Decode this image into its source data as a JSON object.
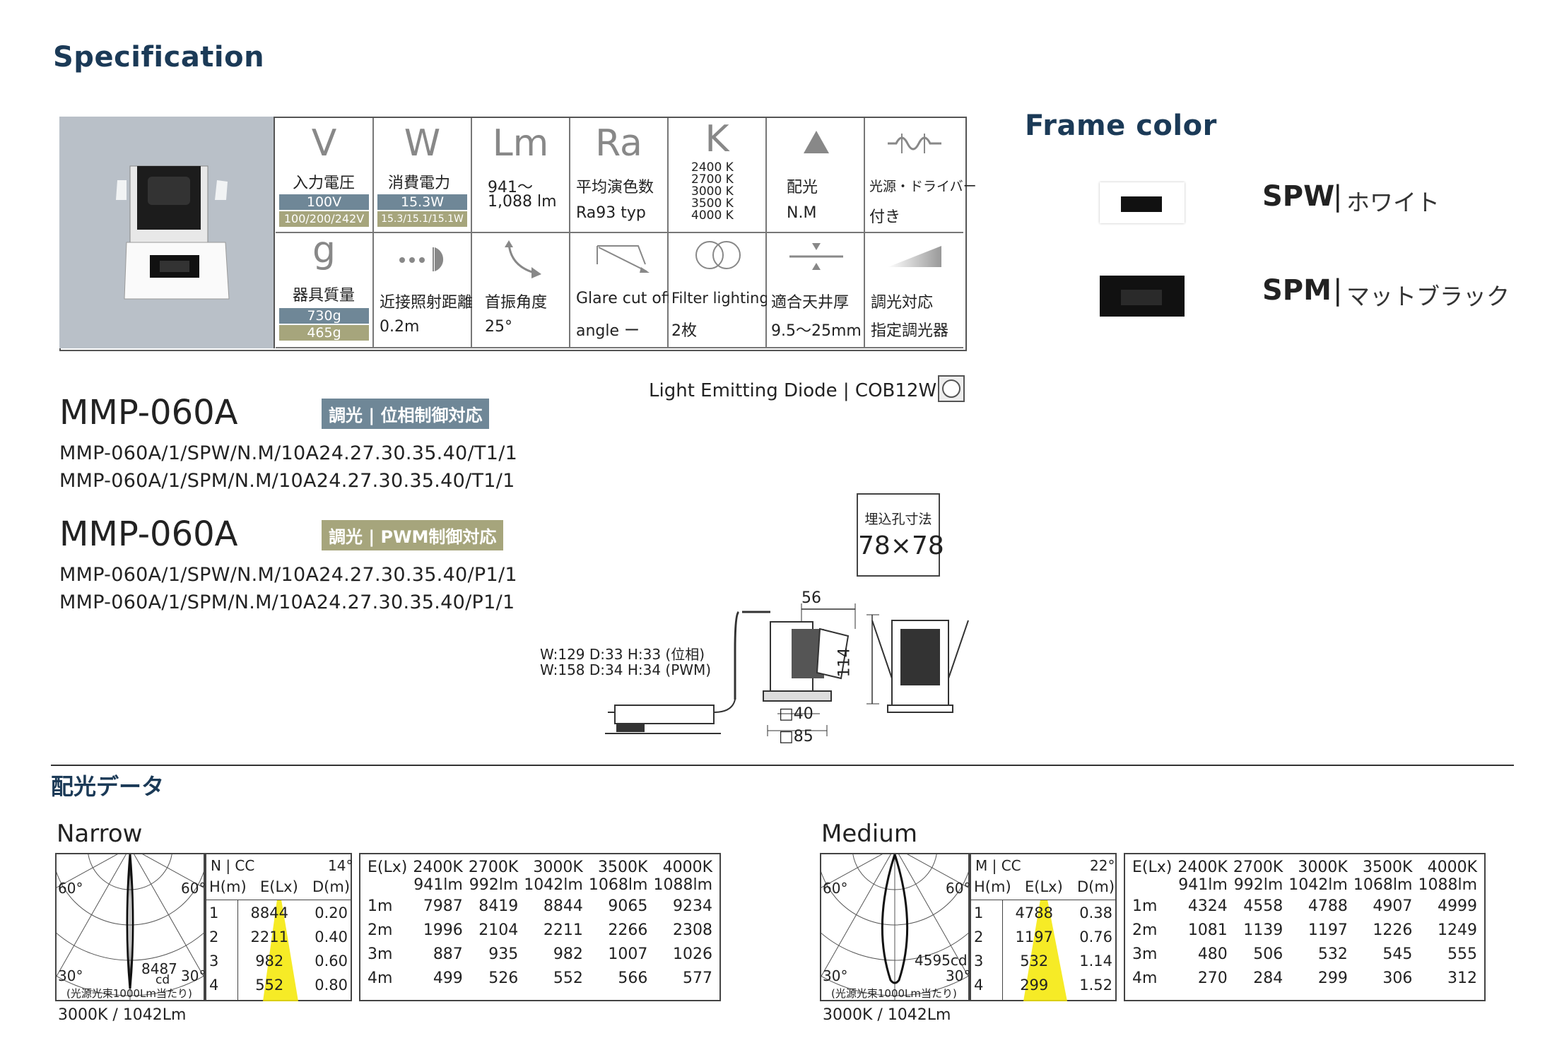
{
  "page_title": "Specification",
  "frame_color": {
    "title": "Frame color",
    "items": [
      {
        "code": "SPW",
        "name": "ホワイト"
      },
      {
        "code": "SPM",
        "name": "マットブラック"
      }
    ]
  },
  "spec": {
    "row1": [
      {
        "symbol": "V",
        "label": "入力電圧",
        "bar1": "100V",
        "bar2": "100/200/242V"
      },
      {
        "symbol": "W",
        "label": "消費電力",
        "bar1": "15.3W",
        "bar2": "15.3/15.1/15.1W"
      },
      {
        "symbol": "Lm",
        "value_line1": "941～",
        "value_line2": "1,088 lm"
      },
      {
        "symbol": "Ra",
        "label": "平均演色数",
        "value": "Ra93 typ"
      },
      {
        "symbol": "K",
        "kelvin": [
          "2400 K",
          "2700 K",
          "3000 K",
          "3500 K",
          "4000 K"
        ]
      },
      {
        "icon": "triangle-icon",
        "label": "配光",
        "value": "N.M"
      },
      {
        "icon": "wave-icon",
        "label": "光源・ドライバー",
        "value": "付き"
      }
    ],
    "row2": [
      {
        "symbol": "g",
        "label": "器具質量",
        "bar1": "730g",
        "bar2": "465g"
      },
      {
        "icon": "distance-icon",
        "label": "近接照射距離",
        "value": "0.2m"
      },
      {
        "icon": "swivel-icon",
        "label": "首振角度",
        "value": "25°"
      },
      {
        "icon": "glare-icon",
        "label": "Glare cut off",
        "value": "angle ー"
      },
      {
        "icon": "filter-icon",
        "label": "Filter lighting",
        "value": "2枚"
      },
      {
        "icon": "ceiling-icon",
        "label": "適合天井厚",
        "value": "9.5～25mm"
      },
      {
        "icon": "dimmer-icon",
        "label": "調光対応",
        "value": "指定調光器"
      }
    ]
  },
  "led_note": "Light Emitting Diode | COB12W",
  "models": [
    {
      "name": "MMP-060A",
      "tag": "調光 | 位相制御対応",
      "tag_color": "#6f8797",
      "codes": [
        "MMP-060A/1/SPW/N.M/10A24.27.30.35.40/T1/1",
        "MMP-060A/1/SPM/N.M/10A24.27.30.35.40/T1/1"
      ]
    },
    {
      "name": "MMP-060A",
      "tag": "調光 | PWM制御対応",
      "tag_color": "#a6a57c",
      "codes": [
        "MMP-060A/1/SPW/N.M/10A24.27.30.35.40/P1/1",
        "MMP-060A/1/SPM/N.M/10A24.27.30.35.40/P1/1"
      ]
    }
  ],
  "cutout": {
    "label": "埋込孔寸法",
    "value": "78×78"
  },
  "drawing": {
    "box_dims_1": "W:129 D:33 H:33 (位相)",
    "box_dims_2": "W:158 D:34 H:34 (PWM)",
    "dim_56": "56",
    "dim_114": "114",
    "dim_40": "□40",
    "dim_85": "□85"
  },
  "light_dist": {
    "title": "配光データ",
    "panels": [
      {
        "name": "Narrow",
        "polar": {
          "left_top": "60°",
          "right_top": "60°",
          "left_bottom": "30°",
          "right_bottom": "30°",
          "peak": "8487",
          "unit": "cd",
          "note": "(光源光束1000Lm当たり)"
        },
        "mini_header": {
          "mode": "N | CC",
          "angle": "14°",
          "cols": [
            "H(m)",
            "E(Lx)",
            "D(m)"
          ]
        },
        "mini_rows": [
          [
            "1",
            "8844",
            "0.20"
          ],
          [
            "2",
            "2211",
            "0.40"
          ],
          [
            "3",
            "982",
            "0.60"
          ],
          [
            "4",
            "552",
            "0.80"
          ]
        ],
        "table_header": [
          [
            "E(Lx)",
            ""
          ],
          [
            "2400K",
            "941lm"
          ],
          [
            "2700K",
            "992lm"
          ],
          [
            "3000K",
            "1042lm"
          ],
          [
            "3500K",
            "1068lm"
          ],
          [
            "4000K",
            "1088lm"
          ]
        ],
        "table_rows": [
          [
            "1m",
            "7987",
            "8419",
            "8844",
            "9065",
            "9234"
          ],
          [
            "2m",
            "1996",
            "2104",
            "2211",
            "2266",
            "2308"
          ],
          [
            "3m",
            "887",
            "935",
            "982",
            "1007",
            "1026"
          ],
          [
            "4m",
            "499",
            "526",
            "552",
            "566",
            "577"
          ]
        ],
        "footer": "3000K / 1042Lm"
      },
      {
        "name": "Medium",
        "polar": {
          "left_top": "60°",
          "right_top": "60°",
          "left_bottom": "30°",
          "right_bottom": "30°",
          "peak": "4595cd",
          "unit": "",
          "note": "(光源光束1000Lm当たり)"
        },
        "mini_header": {
          "mode": "M | CC",
          "angle": "22°",
          "cols": [
            "H(m)",
            "E(Lx)",
            "D(m)"
          ]
        },
        "mini_rows": [
          [
            "1",
            "4788",
            "0.38"
          ],
          [
            "2",
            "1197",
            "0.76"
          ],
          [
            "3",
            "532",
            "1.14"
          ],
          [
            "4",
            "299",
            "1.52"
          ]
        ],
        "table_header": [
          [
            "E(Lx)",
            ""
          ],
          [
            "2400K",
            "941lm"
          ],
          [
            "2700K",
            "992lm"
          ],
          [
            "3000K",
            "1042lm"
          ],
          [
            "3500K",
            "1068lm"
          ],
          [
            "4000K",
            "1088lm"
          ]
        ],
        "table_rows": [
          [
            "1m",
            "4324",
            "4558",
            "4788",
            "4907",
            "4999"
          ],
          [
            "2m",
            "1081",
            "1139",
            "1197",
            "1226",
            "1249"
          ],
          [
            "3m",
            "480",
            "506",
            "532",
            "545",
            "555"
          ],
          [
            "4m",
            "270",
            "284",
            "299",
            "306",
            "312"
          ]
        ],
        "footer": "3000K / 1042Lm"
      }
    ]
  }
}
